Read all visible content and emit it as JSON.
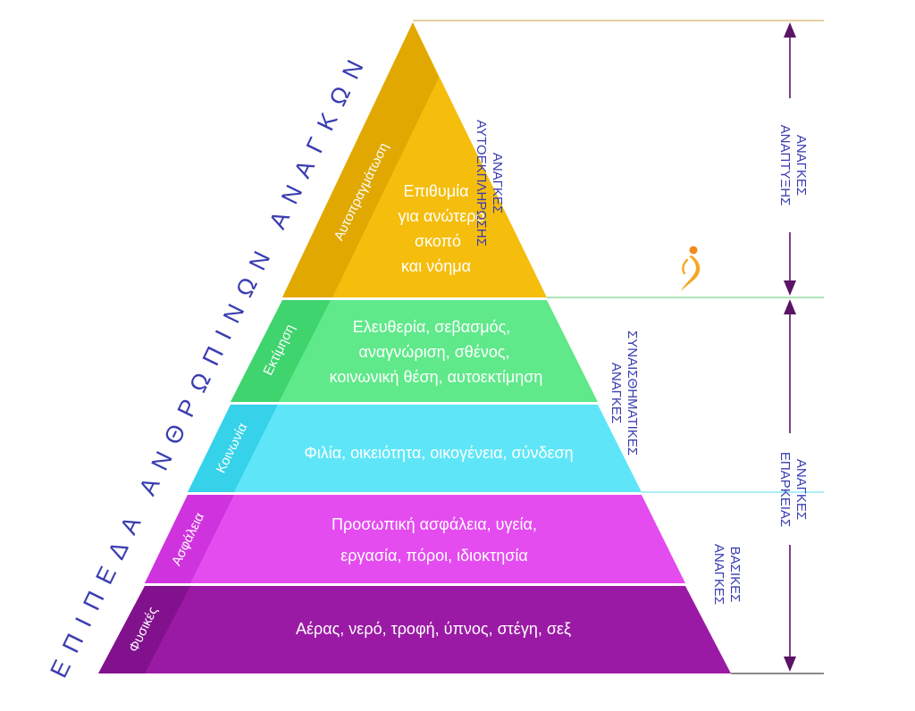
{
  "title": "ΕΠΙΠΕΔΑ ΑΝΘΡΩΠΙΝΩΝ ΑΝΑΓΚΩΝ",
  "colors": {
    "self_actualization": "#f5bd0c",
    "self_actualization_band": "#e0a800",
    "esteem": "#5fe98a",
    "esteem_band": "#3fd46e",
    "social": "#5ee6f8",
    "social_band": "#36d2ea",
    "safety": "#e44cf0",
    "safety_band": "#cf33de",
    "physiological": "#9b1aa5",
    "physiological_band": "#82118d",
    "text_blue": "#3a3db0",
    "line_gold": "#d6b36a",
    "line_green": "#7cd38c",
    "line_cyan": "#7ee4f2",
    "line_dark": "#444444",
    "arrow_purple": "#5a1464"
  },
  "levels": [
    {
      "id": "self_actualization",
      "band_label": "Αυτοπραγμάτωση",
      "lines": [
        "Επιθυμία",
        "για ανώτερο",
        "σκοπό",
        "και νόημα"
      ]
    },
    {
      "id": "esteem",
      "band_label": "Εκτίμηση",
      "lines": [
        "Ελευθερία, σεβασμός,",
        "αναγνώριση, σθένος,",
        "κοινωνική θέση, αυτοεκτίμηση"
      ]
    },
    {
      "id": "social",
      "band_label": "Κοινωνία",
      "lines": [
        "Φιλία, οικειότητα, οικογένεια, σύνδεση"
      ]
    },
    {
      "id": "safety",
      "band_label": "Ασφάλεια",
      "lines": [
        "Προσωπική ασφάλεια, υγεία,",
        "εργασία, πόροι, ιδιοκτησία"
      ]
    },
    {
      "id": "physiological",
      "band_label": "Φυσικές",
      "lines": [
        "Αέρας, νερό, τροφή, ύπνος, στέγη, σεξ"
      ]
    }
  ],
  "categories": [
    {
      "id": "self_fulfillment",
      "lines": [
        "ΑΝΑΓΚΕΣ",
        "ΑΥΤΟΕΚΠΛΗΡΩΣΗΣ"
      ]
    },
    {
      "id": "psychological",
      "lines": [
        "ΣΥΝΑΙΣΘΗΜΑΤΙΚΕΣ",
        "ΑΝΑΓΚΕΣ"
      ]
    },
    {
      "id": "basic",
      "lines": [
        "ΒΑΣΙΚΕΣ",
        "ΑΝΑΓΚΕΣ"
      ]
    }
  ],
  "groups": [
    {
      "id": "growth",
      "lines": [
        "ΑΝΑΓΚΕΣ",
        "ΑΝΑΠΤΥΞΗΣ"
      ]
    },
    {
      "id": "deficiency",
      "lines": [
        "ΑΝΑΓΚΕΣ",
        "ΕΠΑΡΚΕΙΑΣ"
      ]
    }
  ],
  "logo": "figure-logo-icon"
}
